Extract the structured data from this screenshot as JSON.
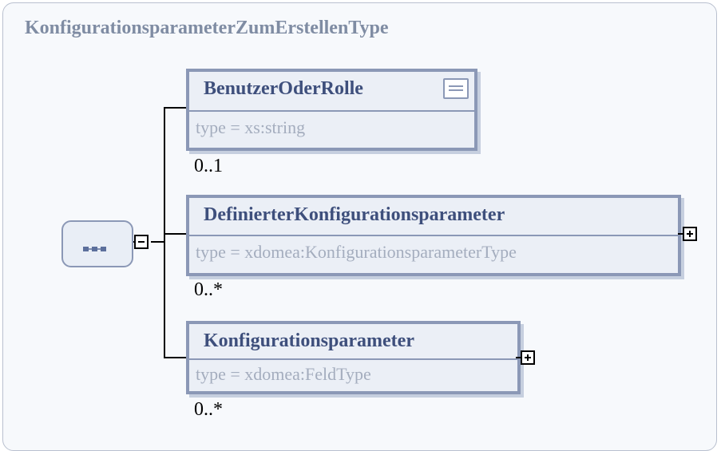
{
  "diagram": {
    "title": "KonfigurationsparameterZumErstellenType",
    "compositor": {
      "kind": "sequence",
      "collapse_symbol": "minus"
    },
    "elements": [
      {
        "name": "BenutzerOderRolle",
        "type_label": "type  =  xs:string",
        "cardinality": "0..1",
        "has_documentation": true,
        "expandable": false
      },
      {
        "name": "DefinierterKonfigurationsparameter",
        "type_label": "type  =  xdomea:KonfigurationsparameterType",
        "cardinality": "0..*",
        "has_documentation": false,
        "expandable": true
      },
      {
        "name": "Konfigurationsparameter",
        "type_label": "type  =  xdomea:FeldType",
        "cardinality": "0..*",
        "has_documentation": false,
        "expandable": true
      }
    ]
  }
}
